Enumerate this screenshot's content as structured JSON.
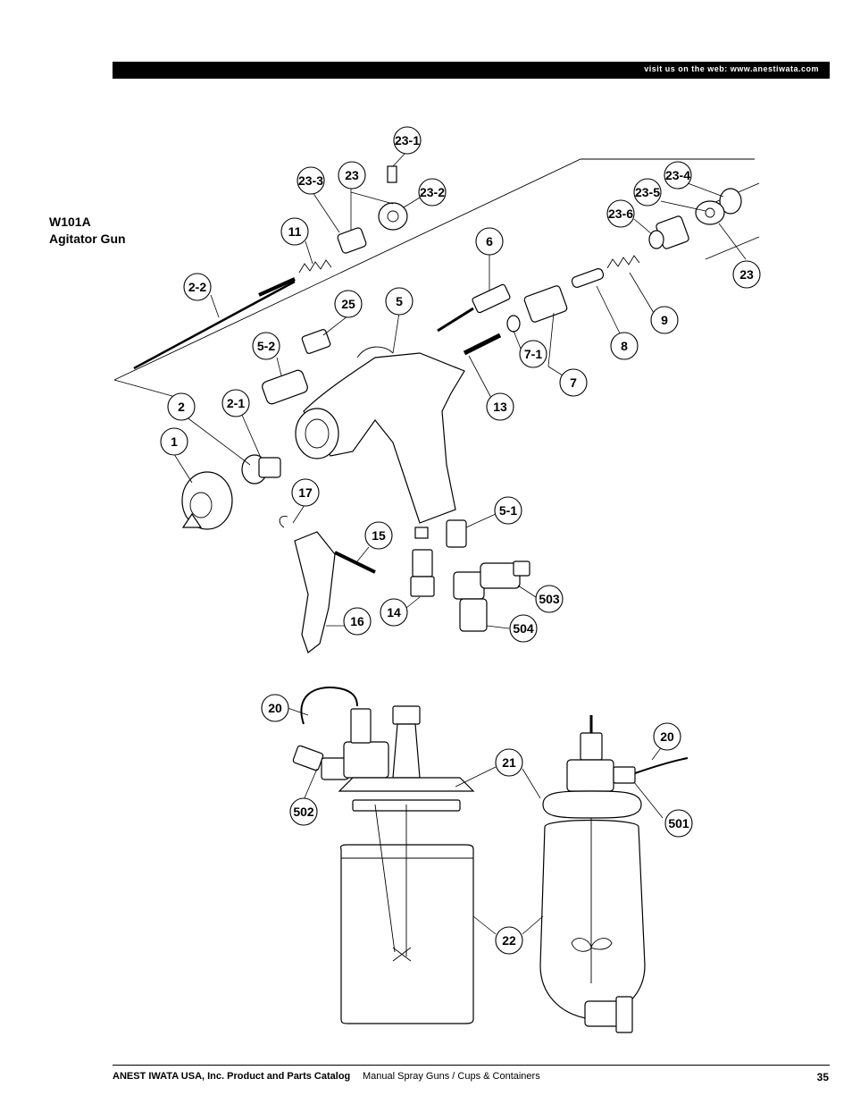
{
  "header": {
    "website": "visit us on the web: www.anestiwata.com"
  },
  "model": {
    "code": "W101A",
    "name": "Agitator Gun"
  },
  "callouts": [
    {
      "id": "c23-1",
      "label": "23-1"
    },
    {
      "id": "c23",
      "label": "23"
    },
    {
      "id": "c23-3",
      "label": "23-3"
    },
    {
      "id": "c23-2",
      "label": "23-2"
    },
    {
      "id": "c11",
      "label": "11"
    },
    {
      "id": "c23-4",
      "label": "23-4"
    },
    {
      "id": "c23-5",
      "label": "23-5"
    },
    {
      "id": "c23-6",
      "label": "23-6"
    },
    {
      "id": "c23b",
      "label": "23"
    },
    {
      "id": "c6",
      "label": "6"
    },
    {
      "id": "c2-2",
      "label": "2-2"
    },
    {
      "id": "c25",
      "label": "25"
    },
    {
      "id": "c5",
      "label": "5"
    },
    {
      "id": "c9",
      "label": "9"
    },
    {
      "id": "c8",
      "label": "8"
    },
    {
      "id": "c5-2",
      "label": "5-2"
    },
    {
      "id": "c7-1",
      "label": "7-1"
    },
    {
      "id": "c7",
      "label": "7"
    },
    {
      "id": "c2",
      "label": "2"
    },
    {
      "id": "c2-1",
      "label": "2-1"
    },
    {
      "id": "c13",
      "label": "13"
    },
    {
      "id": "c1",
      "label": "1"
    },
    {
      "id": "c17",
      "label": "17"
    },
    {
      "id": "c5-1",
      "label": "5-1"
    },
    {
      "id": "c15",
      "label": "15"
    },
    {
      "id": "c503",
      "label": "503"
    },
    {
      "id": "c14",
      "label": "14"
    },
    {
      "id": "c16",
      "label": "16"
    },
    {
      "id": "c504",
      "label": "504"
    },
    {
      "id": "c20",
      "label": "20"
    },
    {
      "id": "c20b",
      "label": "20"
    },
    {
      "id": "c21",
      "label": "21"
    },
    {
      "id": "c502",
      "label": "502"
    },
    {
      "id": "c501",
      "label": "501"
    },
    {
      "id": "c22",
      "label": "22"
    }
  ],
  "footer": {
    "company": "ANEST IWATA USA, Inc. Product and Parts Catalog",
    "section": "Manual Spray Guns / Cups & Containers",
    "page": "35"
  }
}
